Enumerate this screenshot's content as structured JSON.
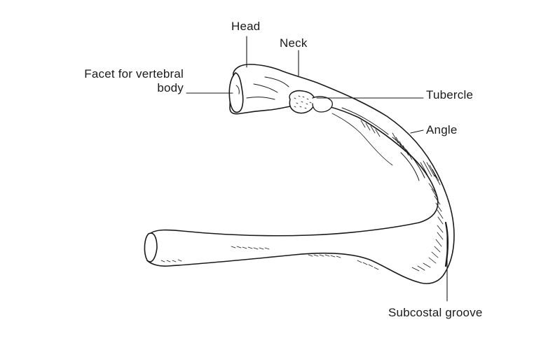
{
  "figure": {
    "labels": {
      "head": "Head",
      "neck": "Neck",
      "facet_line1": "Facet for vertebral",
      "facet_line2": "body",
      "tubercle": "Tubercle",
      "angle": "Angle",
      "subcostal_groove": "Subcostal groove"
    },
    "colors": {
      "ink": "#1a1a1a",
      "bone_fill": "#ffffff",
      "background": "#ffffff"
    }
  }
}
